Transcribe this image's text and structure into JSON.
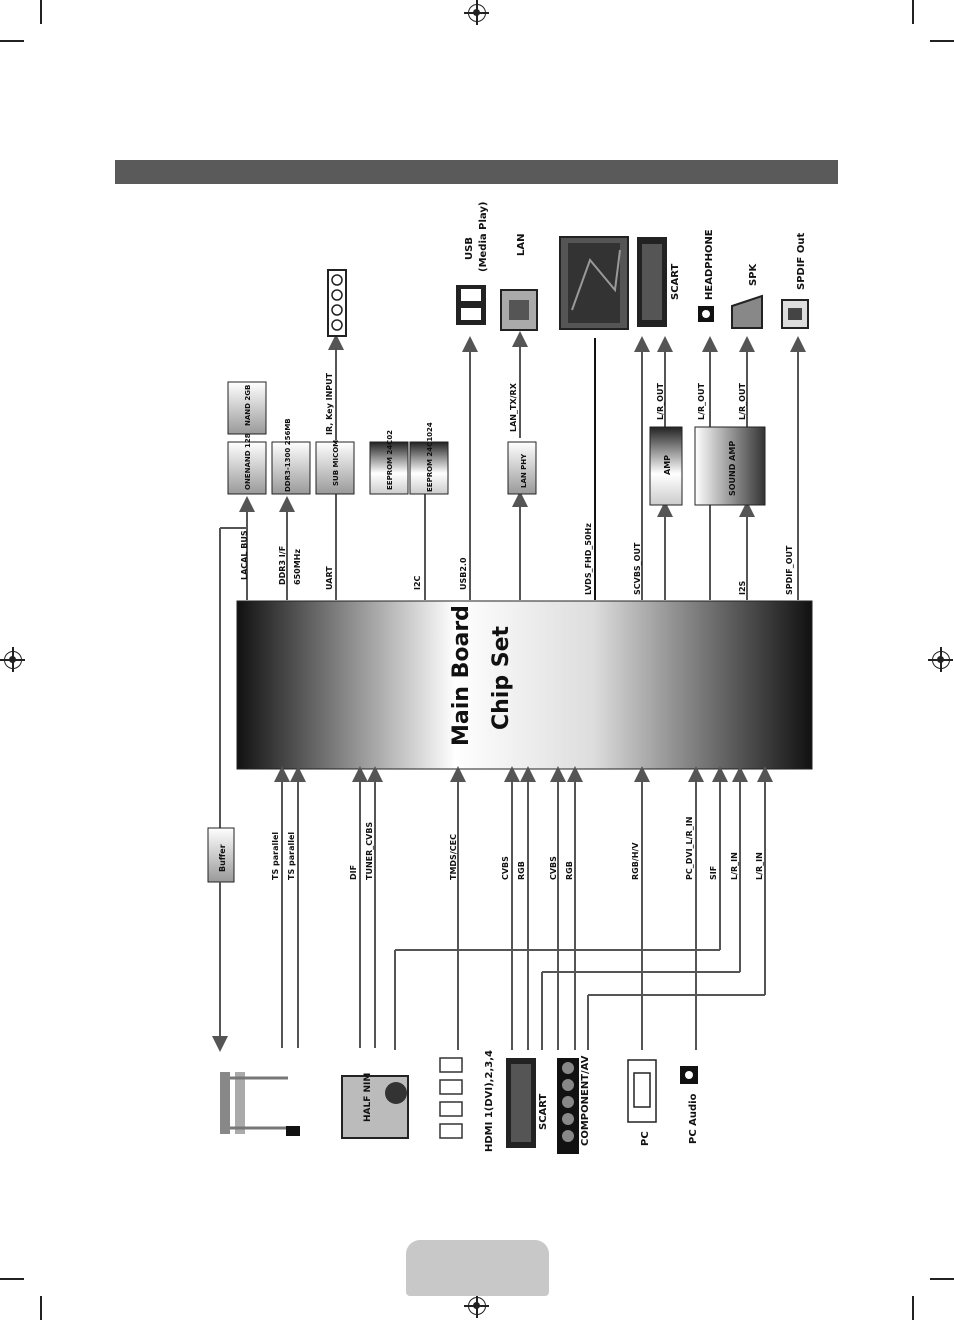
{
  "colors": {
    "header_bar": "#5a5a5a",
    "page_tab": "#c8c8c8",
    "line": "#444444",
    "arrow": "#555555"
  },
  "header": {
    "title": ""
  },
  "chip": {
    "line1": "Main Board",
    "line2": "Chip Set"
  },
  "blocks": {
    "onenand": "ONENAND 128MB",
    "nand": "NAND 2GB",
    "ddr": "DDR3-1300 256MB",
    "sub_micom": "SUB MICOM",
    "eeprom1": "EEPROM 24C02",
    "eeprom2": "EEPROM 24C1024",
    "lan_phy": "LAN PHY",
    "amp": "AMP",
    "sound_amp": "SOUND AMP",
    "buffer": "Buffer",
    "half_nim": "HALF NIM"
  },
  "top_signals": {
    "local_bus": "LACAL BUS",
    "ddr_if": "DDR3 I/F",
    "ddr_clk": "650MHz",
    "uart": "UART",
    "ir_key": "IR, Key INPUT",
    "i2c": "I2C",
    "usb": "USB2.0",
    "lan_txrx": "LAN_TX/RX",
    "lvds": "LVDS_FHD_50Hz",
    "scvbs_out": "SCVBS_OUT",
    "lr_out_1": "L/R_OUT",
    "lr_out_2": "L/R_OUT",
    "lr_out_3": "L/R_OUT",
    "i2s": "I2S",
    "spdif_out": "SPDIF_OUT"
  },
  "outputs": {
    "usb": "USB",
    "usb_sub": "(Media Play)",
    "lan": "LAN",
    "scart": "SCART",
    "headphone": "HEADPHONE",
    "spk": "SPK",
    "spdif": "SPDIF Out"
  },
  "bottom_signals": {
    "ts1": "TS parallel",
    "ts2": "TS parallel",
    "dif": "DIF",
    "tuner_cvbs": "TUNER_CVBS",
    "tmds": "TMDS/CEC",
    "cvbs1": "CVBS",
    "rgb1": "RGB",
    "cvbs2": "CVBS",
    "rgb2": "RGB",
    "rgbhv": "RGB/H/V",
    "pc_dvi": "PC_DVI_L/R_IN",
    "sif": "SIF",
    "lr_in_1": "L/R_IN",
    "lr_in_2": "L/R_IN"
  },
  "inputs": {
    "hdmi": "HDMI 1(DVI),2,3,4",
    "scart": "SCART",
    "component": "COMPONENT/AV",
    "pc": "PC",
    "pc_audio": "PC Audio"
  }
}
